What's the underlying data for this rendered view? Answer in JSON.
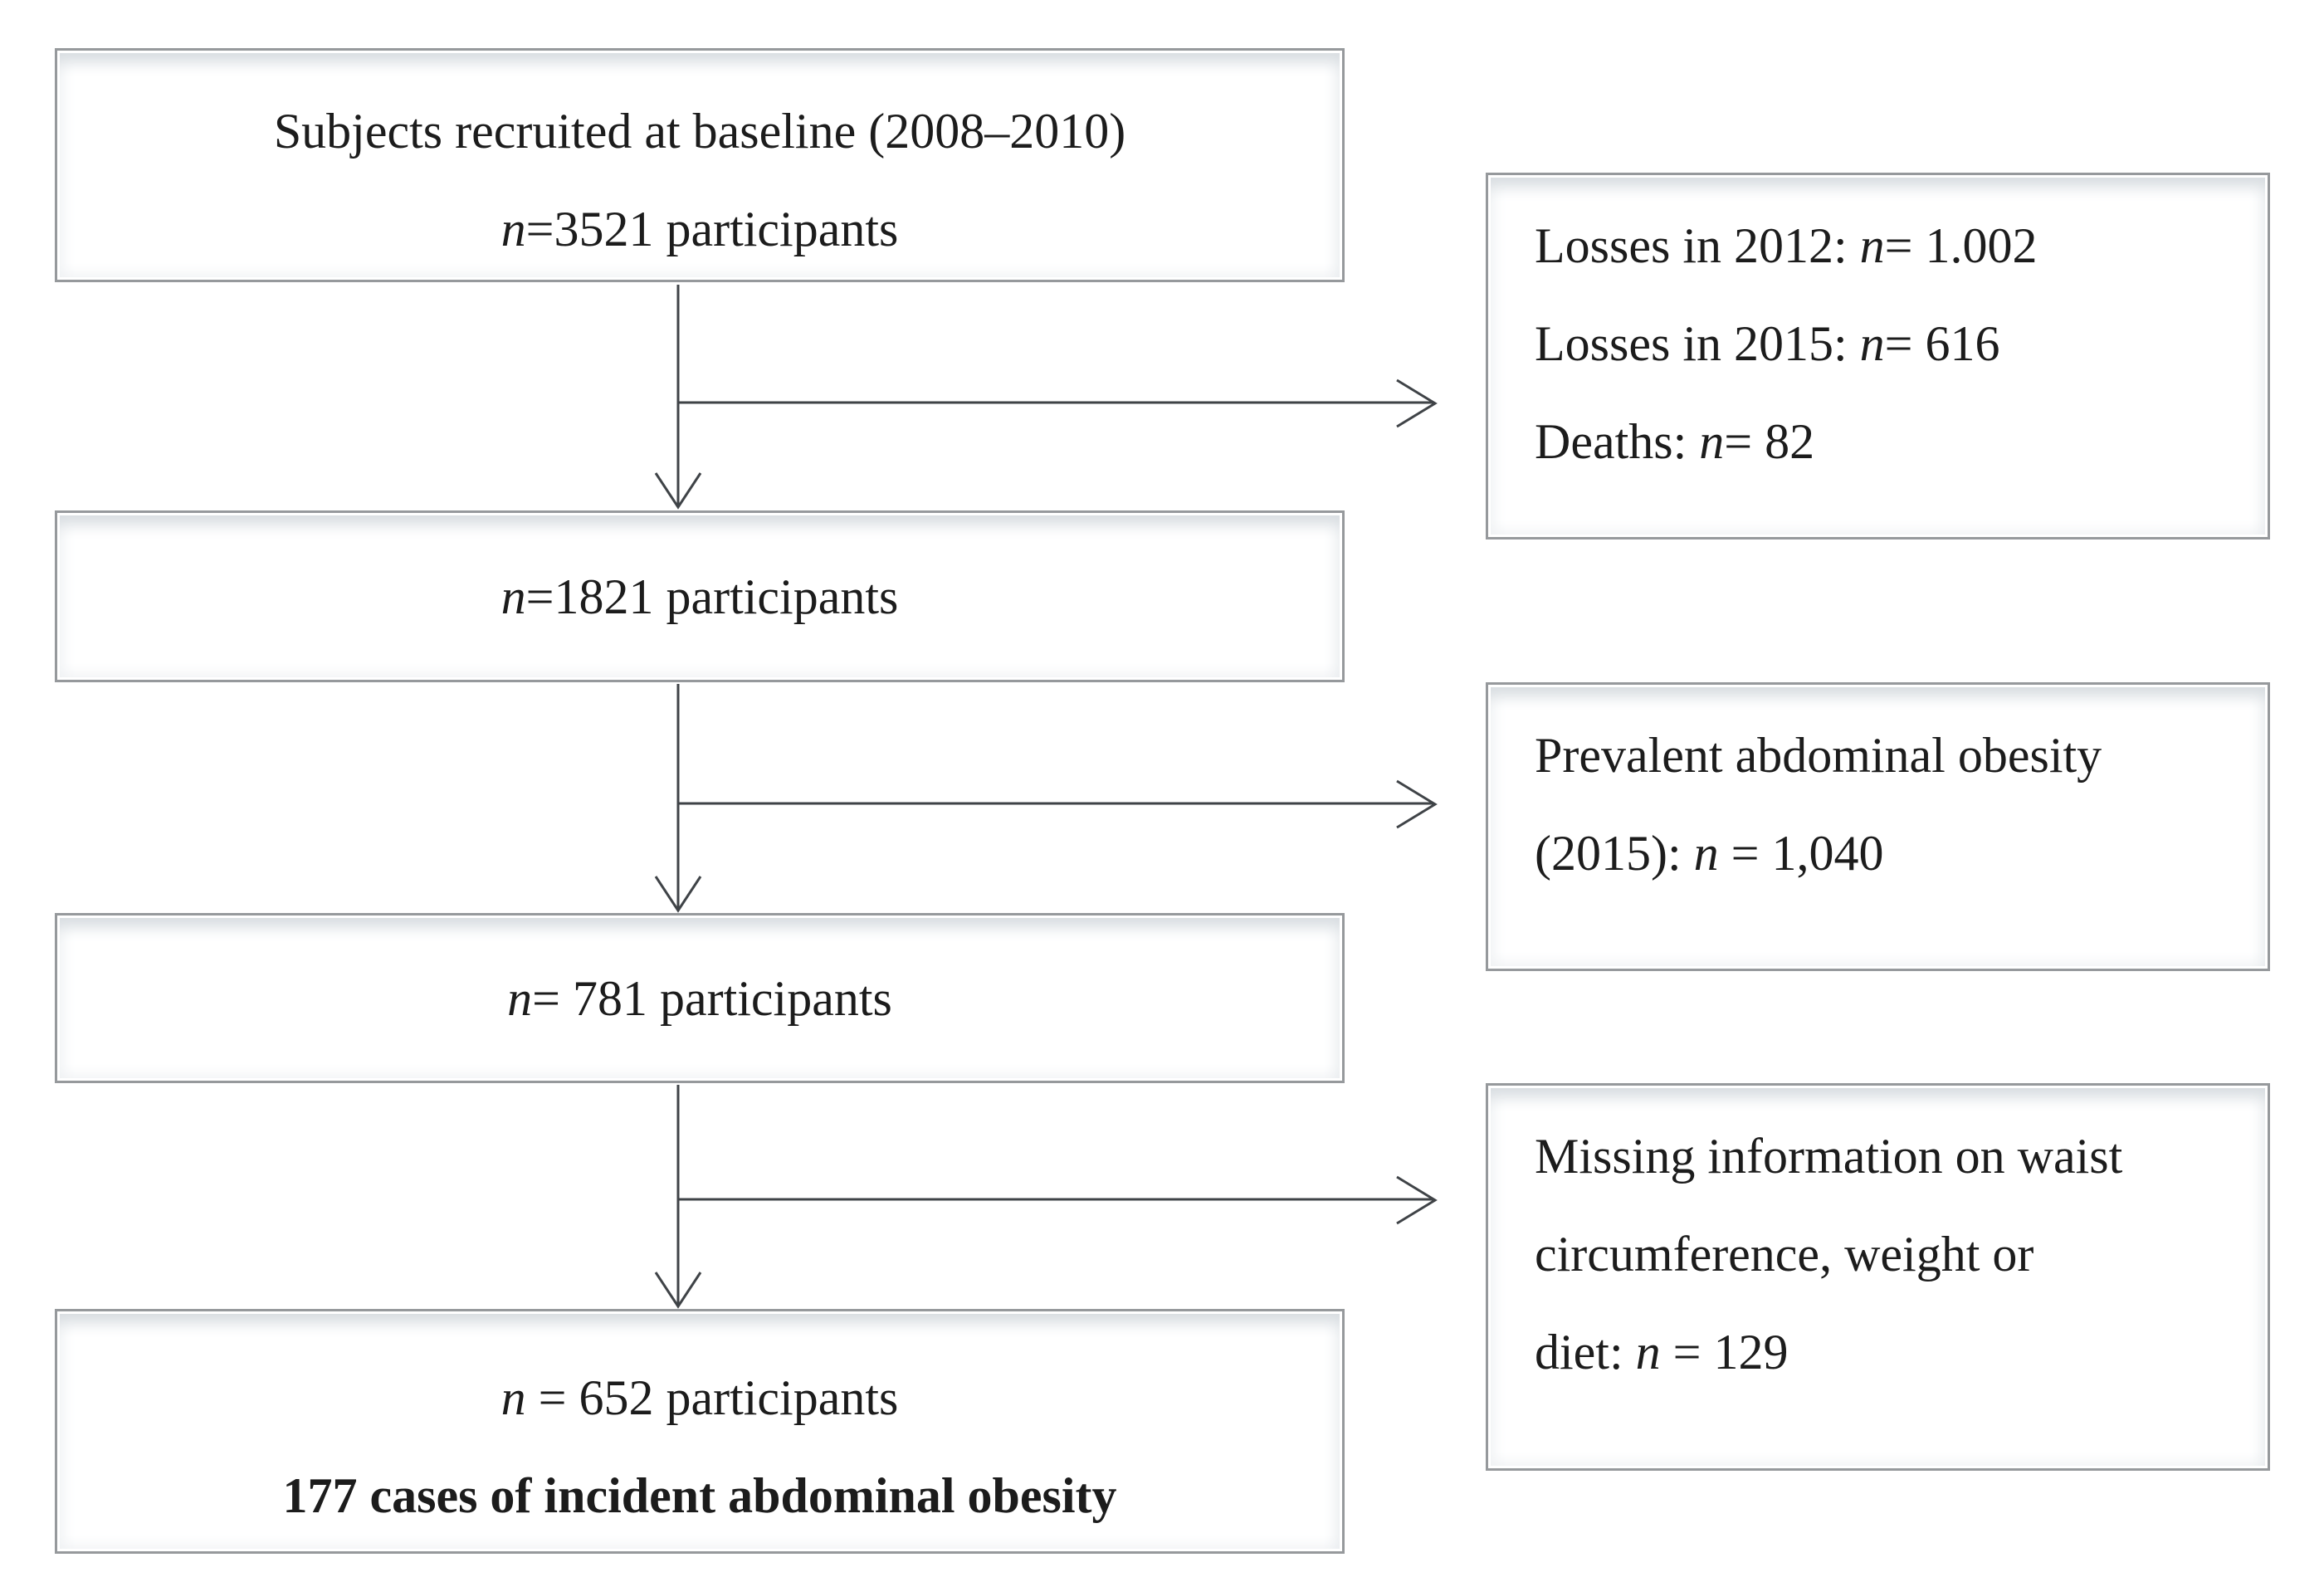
{
  "figure": {
    "type": "flowchart",
    "description": "Participant flow diagram",
    "colors": {
      "box_border": "#96999c",
      "box_bevel": "#d7dce0",
      "arrow": "#3f4347",
      "text": "#1c1c1c",
      "background": "#ffffff"
    },
    "main_boxes": [
      {
        "id": "recruited",
        "lines": [
          {
            "pre": "Subjects recruited at baseline (2008–2010)",
            "em": "",
            "post": ""
          },
          {
            "pre": "",
            "em": "n",
            "post": "=3521 participants"
          }
        ]
      },
      {
        "id": "after_losses",
        "lines": [
          {
            "pre": "",
            "em": "n",
            "post": "=1821 participants"
          }
        ]
      },
      {
        "id": "after_prevalent_excluded",
        "lines": [
          {
            "pre": "",
            "em": "n",
            "post": "= 781 participants"
          }
        ]
      },
      {
        "id": "final_sample",
        "lines": [
          {
            "pre": "",
            "em": "n",
            "post": " = 652 participants"
          },
          {
            "pre": "177 cases of incident abdominal obesity",
            "em": "",
            "post": "",
            "bold": true
          }
        ]
      }
    ],
    "side_boxes": [
      {
        "id": "losses_deaths",
        "lines": [
          {
            "pre": "Losses in 2012: ",
            "em": "n",
            "post": "= 1.002"
          },
          {
            "pre": "Losses in 2015: ",
            "em": "n",
            "post": "= 616"
          },
          {
            "pre": "Deaths: ",
            "em": "n",
            "post": "= 82"
          }
        ]
      },
      {
        "id": "prevalent_obesity",
        "lines": [
          {
            "pre": "Prevalent abdominal obesity",
            "em": "",
            "post": ""
          },
          {
            "pre": "(2015): ",
            "em": "n",
            "post": " = 1,040"
          }
        ]
      },
      {
        "id": "missing_information",
        "lines": [
          {
            "pre": "Missing information on waist",
            "em": "",
            "post": ""
          },
          {
            "pre": "circumference, weight or",
            "em": "",
            "post": ""
          },
          {
            "pre": "diet: ",
            "em": "n",
            "post": " = 129"
          }
        ]
      }
    ]
  }
}
